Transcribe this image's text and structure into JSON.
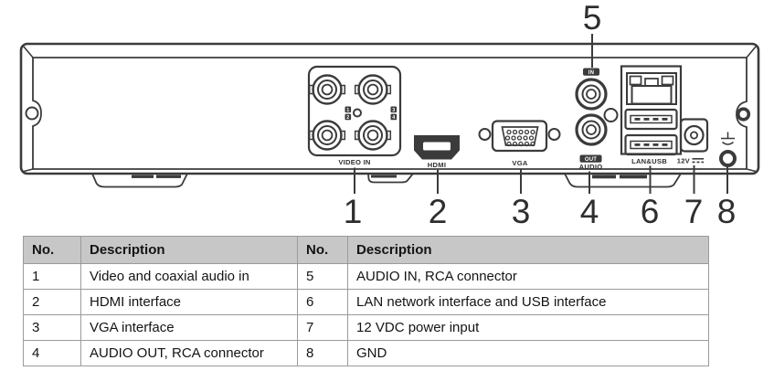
{
  "device": {
    "video_in": {
      "label": "VIDEO IN",
      "ch1": "1",
      "ch2": "2",
      "ch3": "3",
      "ch4": "4"
    },
    "hdmi_label": "HDMI",
    "vga_label": "VGA",
    "audio": {
      "in_badge": "IN",
      "out_badge": "OUT",
      "label": "AUDIO"
    },
    "lan_usb_label": "LAN&USB",
    "power_label": "12V",
    "callouts": {
      "c1": "1",
      "c2": "2",
      "c3": "3",
      "c4": "4",
      "c5": "5",
      "c6": "6",
      "c7": "7",
      "c8": "8"
    }
  },
  "table": {
    "headers": [
      "No.",
      "Description",
      "No.",
      "Description"
    ],
    "rows": [
      [
        "1",
        "Video and coaxial audio in",
        "5",
        "AUDIO IN, RCA connector"
      ],
      [
        "2",
        "HDMI interface",
        "6",
        "LAN network interface and USB interface"
      ],
      [
        "3",
        "VGA interface",
        "7",
        "12 VDC power input"
      ],
      [
        "4",
        "AUDIO OUT, RCA connector",
        "8",
        "GND"
      ]
    ]
  },
  "colors": {
    "line_art": "#3b3b3b",
    "table_header_bg": "#c7c7c7",
    "table_border": "#9b9b9b"
  }
}
